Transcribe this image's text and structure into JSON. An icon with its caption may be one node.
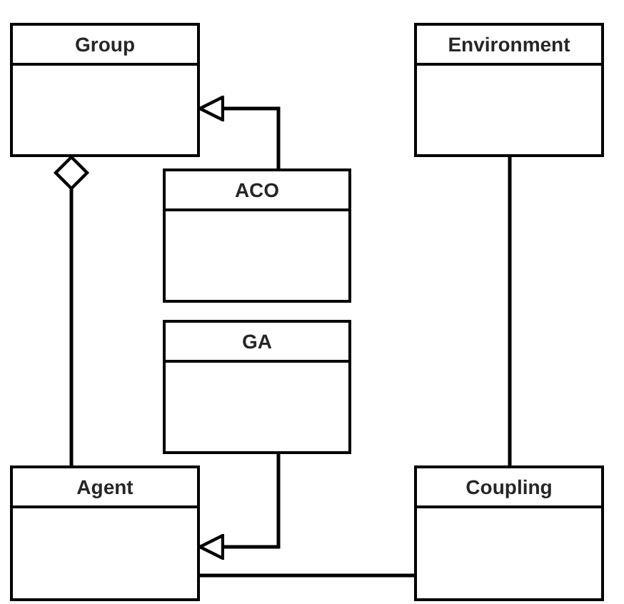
{
  "diagram": {
    "nodes": [
      {
        "text": [
          "Group"
        ]
      },
      {
        "text": [
          "Environment"
        ]
      },
      {
        "text": [
          "ACO"
        ]
      },
      {
        "text": [
          "GA"
        ]
      },
      {
        "text": [
          "Agent"
        ]
      },
      {
        "text": [
          "Coupling"
        ]
      }
    ],
    "edges": [
      {
        "from": 2,
        "to": 0,
        "arrow": "to"
      },
      {
        "from": 4,
        "to": 0,
        "arrow": "other"
      },
      {
        "from": 1,
        "to": 5,
        "arrow": "none"
      },
      {
        "from": 3,
        "to": 4,
        "arrow": "to"
      },
      {
        "from": 4,
        "to": 5,
        "arrow": "none"
      }
    ]
  }
}
